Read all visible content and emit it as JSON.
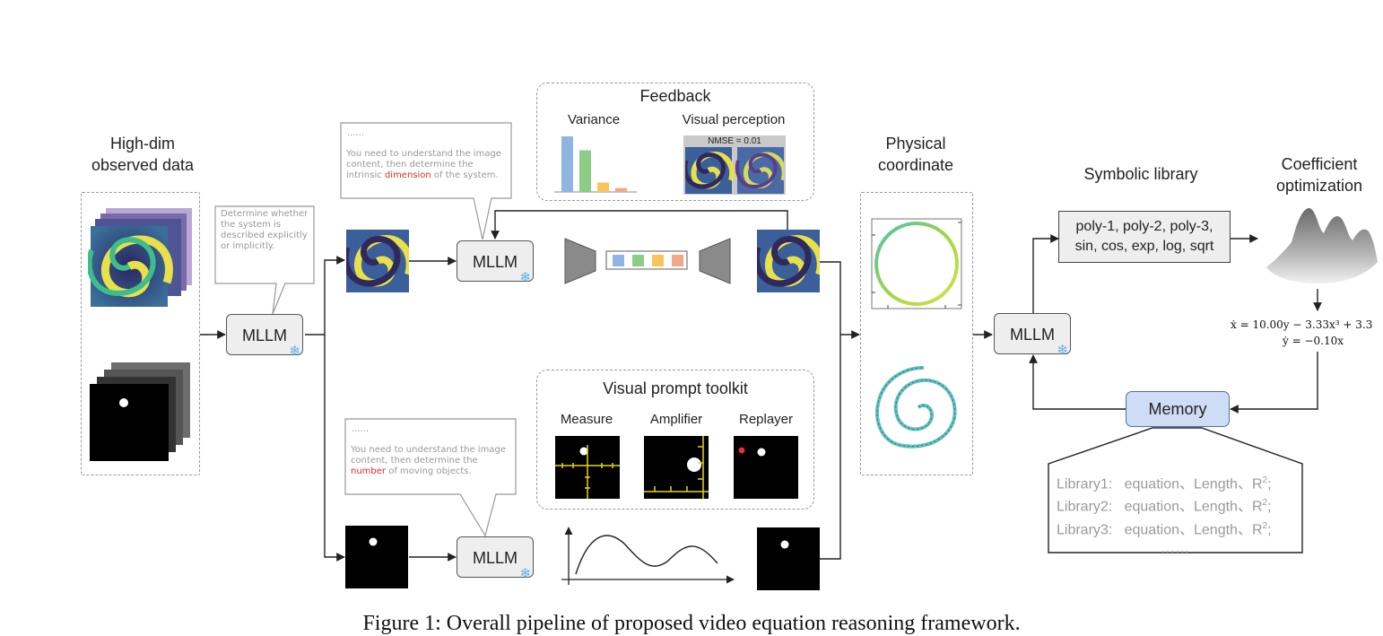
{
  "left": {
    "title_line1": "High-dim",
    "title_line2": "observed data"
  },
  "bubbles": {
    "explicit": "Determine whether the system is described explicitly or implicitly.",
    "dimension_dots": "......",
    "dimension_pre": "You need to understand the image content, then determine the intrinsic ",
    "dimension_hi": "dimension",
    "dimension_post": " of the system.",
    "number_dots": "......",
    "number_pre": "You need to understand the image content, then determine the ",
    "number_hi": "number",
    "number_post": " of moving objects."
  },
  "mllm": {
    "label": "MLLM",
    "snow_icon": "❄"
  },
  "feedback": {
    "title": "Feedback",
    "variance_label": "Variance",
    "visual_label": "Visual perception",
    "nmse": "NMSE = 0.01",
    "variance_bars": [
      1.0,
      0.75,
      0.17,
      0.07
    ],
    "variance_colors": [
      "#8fb6e3",
      "#8ccc84",
      "#f6c65b",
      "#f2a68a"
    ]
  },
  "latent_colors": [
    "#8fb6e3",
    "#8ccc84",
    "#f6c65b",
    "#f2a68a"
  ],
  "toolkit": {
    "title": "Visual prompt toolkit",
    "measure": "Measure",
    "amplifier": "Amplifier",
    "replayer": "Replayer"
  },
  "physical": {
    "title_line1": "Physical",
    "title_line2": "coordinate"
  },
  "symbolic": {
    "title": "Symbolic library",
    "line1": "poly-1, poly-2, poly-3,",
    "line2": "sin, cos, exp, log, sqrt"
  },
  "coef": {
    "title_line1": "Coefficient",
    "title_line2": "optimization"
  },
  "equations": {
    "eq1": "ẋ = 10.00y − 3.33x³ + 3.3",
    "eq2": "ẏ = −0.10x"
  },
  "memory": {
    "label": "Memory",
    "rows": [
      {
        "name": "Library1",
        "sep": ":",
        "items": "equation、Length、R",
        "sup": "2",
        "end": ";"
      },
      {
        "name": "Library2",
        "sep": ":",
        "items": "equation、Length、R",
        "sup": "2",
        "end": ";"
      },
      {
        "name": "Library3",
        "sep": ":",
        "items": "equation、Length、R",
        "sup": "2",
        "end": ";"
      }
    ],
    "more": "……",
    "fill": "#cfdcf5",
    "border": "#4f6fb3"
  },
  "caption": "Figure 1: Overall pipeline of proposed video equation reasoning framework."
}
